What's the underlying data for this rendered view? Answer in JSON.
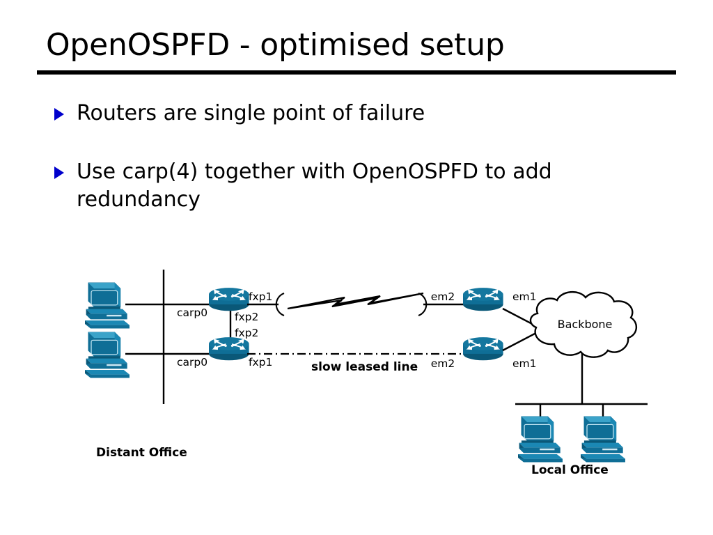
{
  "slide": {
    "title": "OpenOSPFD - optimised setup",
    "bullets": [
      {
        "text": "Routers are single point of failure"
      },
      {
        "text": "Use carp(4) together with OpenOSPFD to add redundancy"
      }
    ]
  },
  "diagram": {
    "labels": {
      "distant_office": "Distant Office",
      "local_office": "Local Office",
      "backbone": "Backbone",
      "leased_line": "slow leased line",
      "carp_top": "carp0",
      "carp_bottom": "carp0",
      "fxp1_top": "fxp1",
      "fxp2_top": "fxp2",
      "fxp2_bottom": "fxp2",
      "fxp1_bottom": "fxp1",
      "em2_top": "em2",
      "em1_top": "em1",
      "em2_bottom": "em2",
      "em1_bottom": "em1"
    },
    "colors": {
      "device_body": "#0f6e96",
      "device_top": "#1b88b4",
      "device_highlight": "#3ba3c9",
      "device_shadow": "#0a5878",
      "line": "#000000",
      "bullet_marker": "#0000cc"
    }
  }
}
